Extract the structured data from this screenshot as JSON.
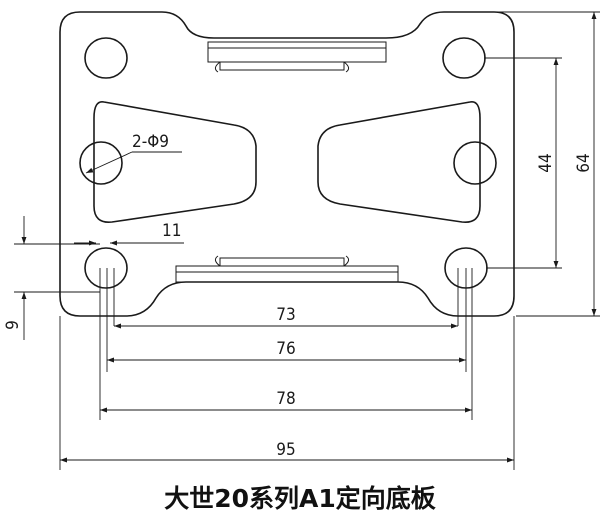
{
  "caption": "大世20系列A1定向底板",
  "dimensions": {
    "hole_callout": "2-Φ9",
    "slot_width": "11",
    "hole_offset": "9",
    "width_73": "73",
    "width_76": "76",
    "width_78": "78",
    "width_95": "95",
    "height_44": "44",
    "height_64": "64"
  }
}
